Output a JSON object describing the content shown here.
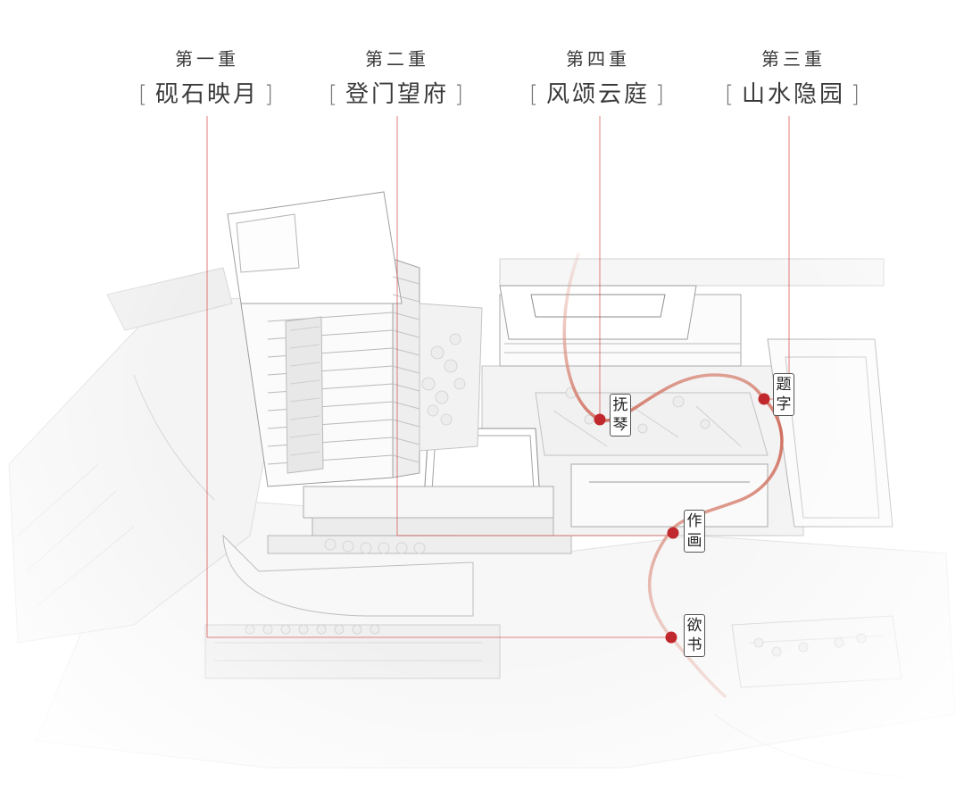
{
  "colors": {
    "accent": "#c0282d",
    "route": "#d98068",
    "guide_line": "#d6413c",
    "line": "#9a9a9a"
  },
  "headers": [
    {
      "sub": "第一重",
      "main": "砚石映月"
    },
    {
      "sub": "第二重",
      "main": "登门望府"
    },
    {
      "sub": "第四重",
      "main": "风颂云庭"
    },
    {
      "sub": "第三重",
      "main": "山水隐园"
    }
  ],
  "bracket_open": "[",
  "bracket_close": "]",
  "nodes": [
    {
      "label": "抚琴"
    },
    {
      "label": "题字"
    },
    {
      "label": "作画"
    },
    {
      "label": "欲书"
    }
  ]
}
